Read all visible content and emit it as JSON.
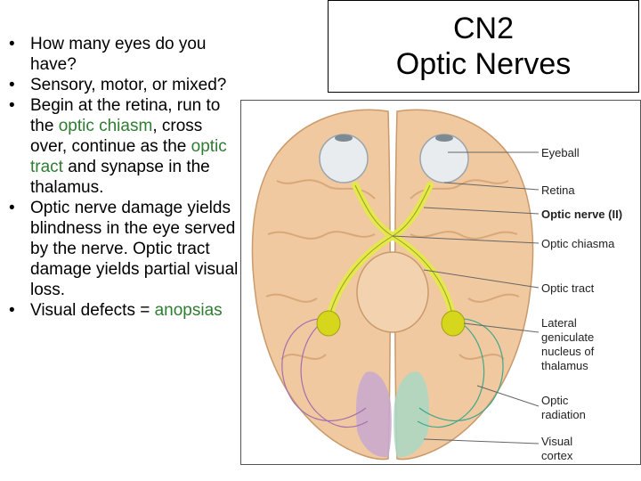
{
  "title": {
    "line1": "CN2",
    "line2": "Optic Nerves"
  },
  "bullets": [
    {
      "parts": [
        {
          "text": "How many eyes do you have?"
        }
      ]
    },
    {
      "parts": [
        {
          "text": "Sensory, motor, or mixed?"
        }
      ]
    },
    {
      "parts": [
        {
          "text": "Begin at the retina, run to the "
        },
        {
          "text": "optic chiasm",
          "highlight": true
        },
        {
          "text": ", cross over, continue as the "
        },
        {
          "text": "optic tract",
          "highlight": true
        },
        {
          "text": " and synapse in the thalamus."
        }
      ]
    },
    {
      "parts": [
        {
          "text": "Optic nerve damage yields blindness in the eye served by the nerve.  Optic tract damage yields partial visual loss."
        }
      ]
    },
    {
      "parts": [
        {
          "text": "Visual defects = "
        },
        {
          "text": "anopsias",
          "highlight": true
        }
      ]
    }
  ],
  "figure_labels": {
    "eyeball": "Eyeball",
    "retina": "Retina",
    "optic_nerve": "Optic nerve (II)",
    "optic_chiasma": "Optic chiasma",
    "optic_tract": "Optic tract",
    "lgn": [
      "Lateral",
      "geniculate",
      "nucleus of",
      "thalamus"
    ],
    "optic_radiation": [
      "Optic",
      "radiation"
    ],
    "visual_cortex": [
      "Visual",
      "cortex"
    ]
  },
  "colors": {
    "highlight_text": "#2e7d32",
    "brain": "#f0c9a0",
    "brain_fold": "#d9a878",
    "nerve": "#e4e84a",
    "nucleus": "#d6d61c",
    "cortex_left": "#c8a8cf",
    "cortex_right": "#a9d8c4"
  }
}
